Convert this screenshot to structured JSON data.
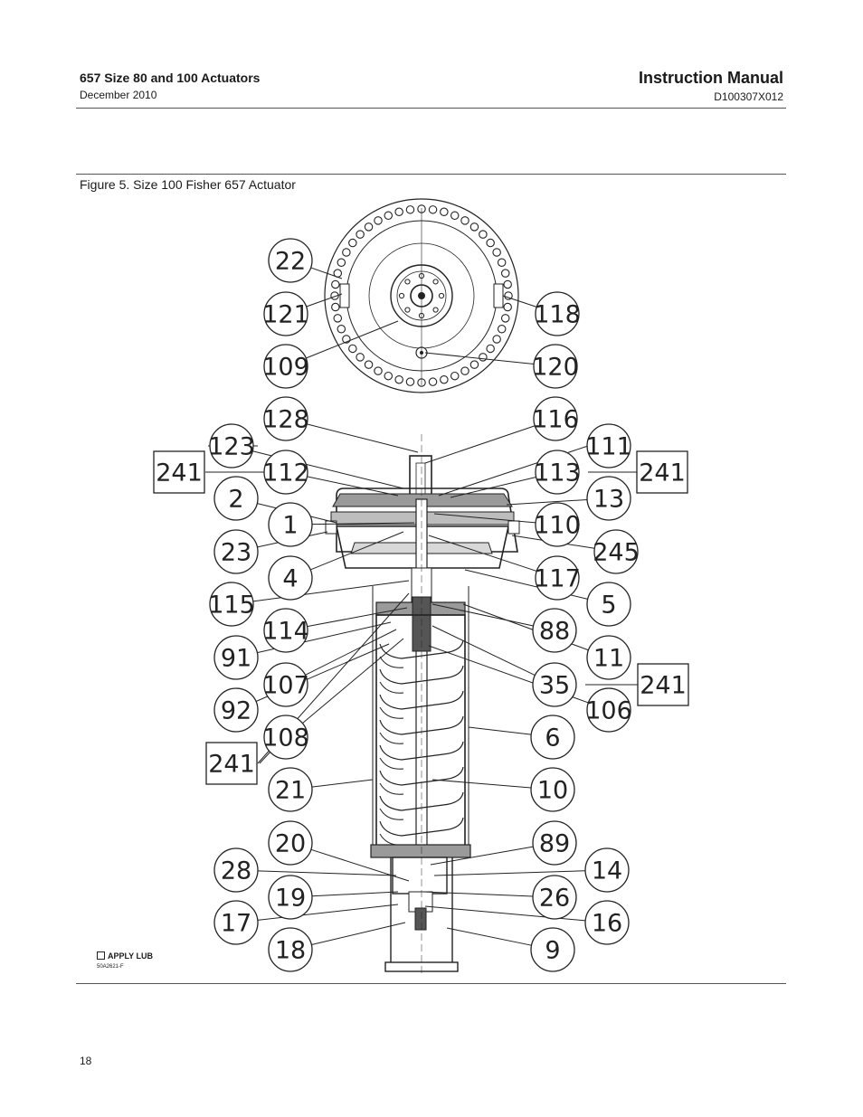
{
  "header": {
    "product_title": "657 Size 80 and 100 Actuators",
    "date": "December 2010",
    "manual_label": "Instruction Manual",
    "doc_number": "D100307X012"
  },
  "figure": {
    "caption": "Figure 5. Size 100 Fisher 657 Actuator",
    "apply_lub_label": "APPLY LUB",
    "drawing_id": "50A2621-F",
    "callouts": [
      "22",
      "121",
      "109",
      "118",
      "120",
      "128",
      "116",
      "123",
      "111",
      "241",
      "112",
      "113",
      "241",
      "2",
      "13",
      "1",
      "110",
      "23",
      "245",
      "4",
      "117",
      "115",
      "5",
      "114",
      "88",
      "91",
      "11",
      "107",
      "35",
      "241",
      "92",
      "106",
      "108",
      "6",
      "241",
      "21",
      "10",
      "20",
      "89",
      "28",
      "14",
      "19",
      "26",
      "17",
      "16",
      "18",
      "9"
    ]
  },
  "footer": {
    "page_number": "18"
  }
}
